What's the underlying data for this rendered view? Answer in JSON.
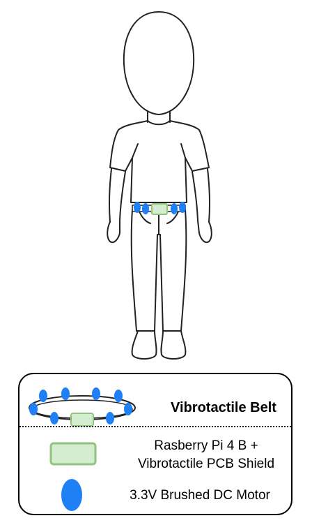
{
  "legend": {
    "belt_title": "Vibrotactile Belt",
    "pi_label_line1": "Rasberry Pi 4 B +",
    "pi_label_line2": "Vibrotactile PCB Shield",
    "motor_label": "3.3V Brushed DC Motor"
  },
  "colors": {
    "motor_fill": "#1f7ff5",
    "board_fill": "#d4ecd0",
    "board_stroke": "#8fc47c",
    "outline": "#000000"
  }
}
